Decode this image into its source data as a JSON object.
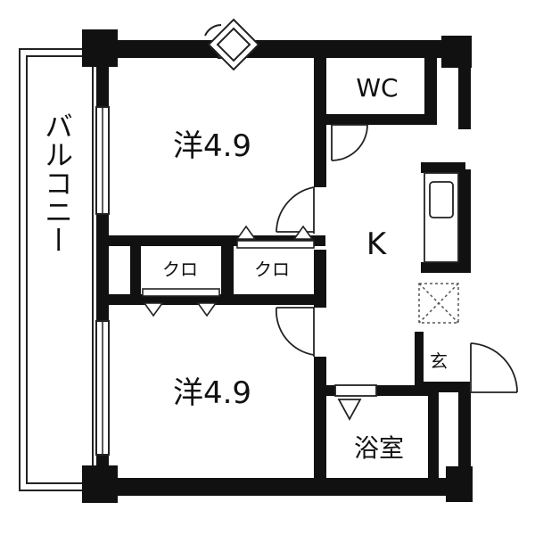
{
  "floor_plan": {
    "rooms": {
      "western_room_top": "洋4.9",
      "western_room_bottom": "洋4.9",
      "wc": "WC",
      "kitchen": "K",
      "entrance": "玄",
      "bathroom": "浴室",
      "closet_left": "クロ",
      "closet_right": "クロ",
      "balcony": "バルコニー"
    },
    "colors": {
      "wall": "#111111",
      "line": "#222222",
      "background": "#ffffff",
      "dashed": "#555555"
    }
  }
}
